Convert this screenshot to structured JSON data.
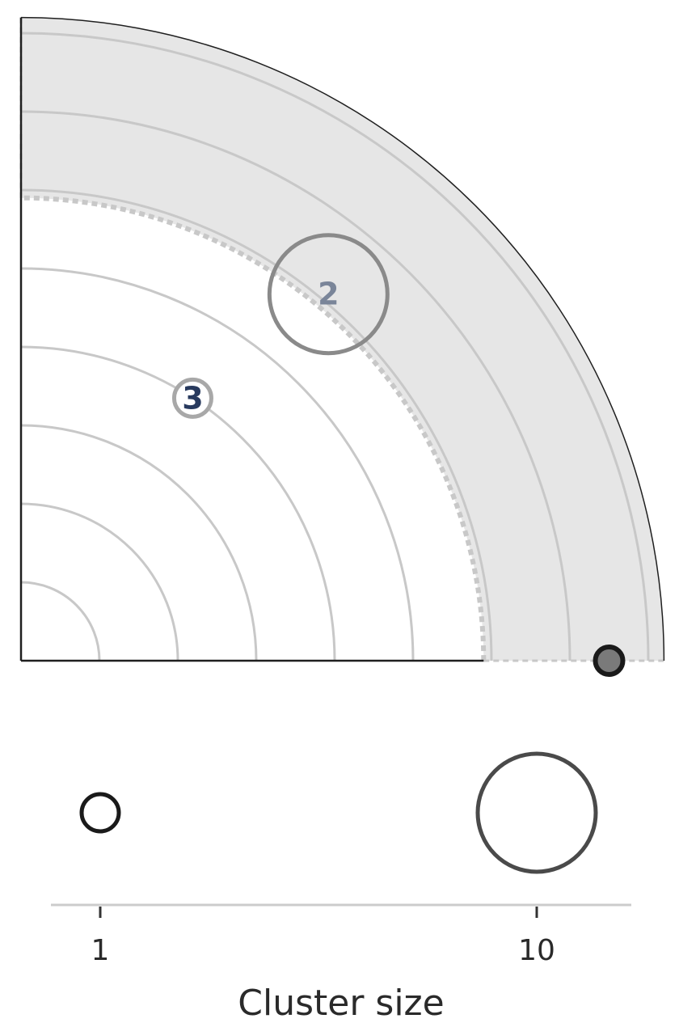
{
  "chart_data": [
    {
      "type": "scatter",
      "subtype": "polar-quadrant-bubble",
      "title": "",
      "colors": {
        "ring": "#c8c8c8",
        "band_fill": "#e6e6e6",
        "band_edge": "#c8c8c8",
        "axis": "#1f1f1f"
      },
      "rings": [
        1,
        2,
        3,
        4,
        5,
        6,
        7,
        8
      ],
      "r_max": 8.2,
      "shaded_band": [
        5.9,
        8.2
      ],
      "clusters": [
        {
          "label": "2",
          "r": 6.1,
          "theta_deg": 50,
          "size": 10,
          "edge_color": "#8a8a8a",
          "fill": "none",
          "label_color": "#7a8599"
        },
        {
          "label": "3",
          "r": 4.0,
          "theta_deg": 56.8,
          "size": 1,
          "edge_color": "#a8a8a8",
          "fill": "#ffffff",
          "label_color": "#283a5e"
        },
        {
          "label": "",
          "r": 7.5,
          "theta_deg": 0,
          "size": 1,
          "edge_color": "#1a1a1a",
          "fill": "#7a7a7a",
          "label_color": ""
        }
      ]
    },
    {
      "type": "scatter",
      "subtype": "size-legend",
      "xlabel": "Cluster size",
      "ticks": [
        "1",
        "10"
      ],
      "x": [
        1,
        10
      ],
      "colors": [
        "#1a1a1a",
        "#4a4a4a"
      ]
    }
  ]
}
